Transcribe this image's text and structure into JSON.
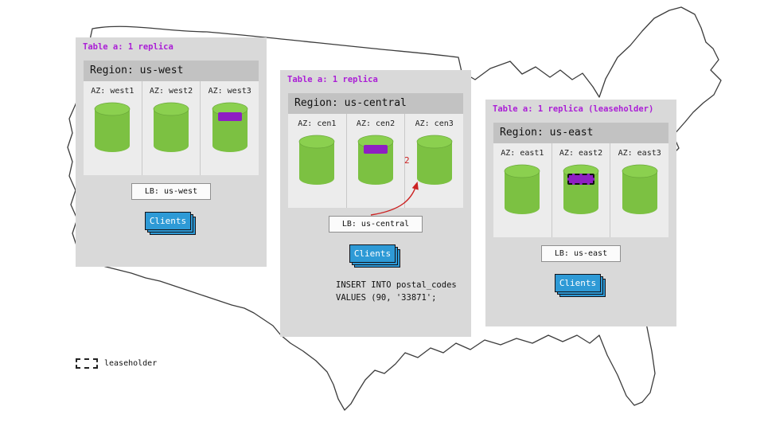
{
  "panels": [
    {
      "title": "Table a: 1 replica",
      "region": "Region: us-west",
      "azs": [
        "AZ: west1",
        "AZ: west2",
        "AZ: west3"
      ],
      "lb": "LB: us-west",
      "clients": "Clients",
      "replica_marker_az": "west3"
    },
    {
      "title": "Table a: 1 replica",
      "region": "Region: us-central",
      "azs": [
        "AZ: cen1",
        "AZ: cen2",
        "AZ: cen3"
      ],
      "lb": "LB: us-central",
      "clients": "Clients",
      "replica_marker_az": "cen2",
      "arrow_label": "2",
      "sql_lines": [
        "INSERT INTO postal_codes",
        "VALUES (90, '33871';"
      ]
    },
    {
      "title": "Table a: 1 replica (leaseholder)",
      "region": "Region: us-east",
      "azs": [
        "AZ: east1",
        "AZ: east2",
        "AZ: east3"
      ],
      "lb": "LB: us-east",
      "clients": "Clients",
      "leaseholder_marker_az": "east2"
    }
  ],
  "legend": {
    "label": "leaseholder"
  },
  "colors": {
    "title_purple": "#ab1fd6",
    "replica_purple": "#8e1fc3",
    "cylinder_green": "#7cc142",
    "clients_blue": "#2e9ad6",
    "arrow_red": "#cc2222"
  }
}
